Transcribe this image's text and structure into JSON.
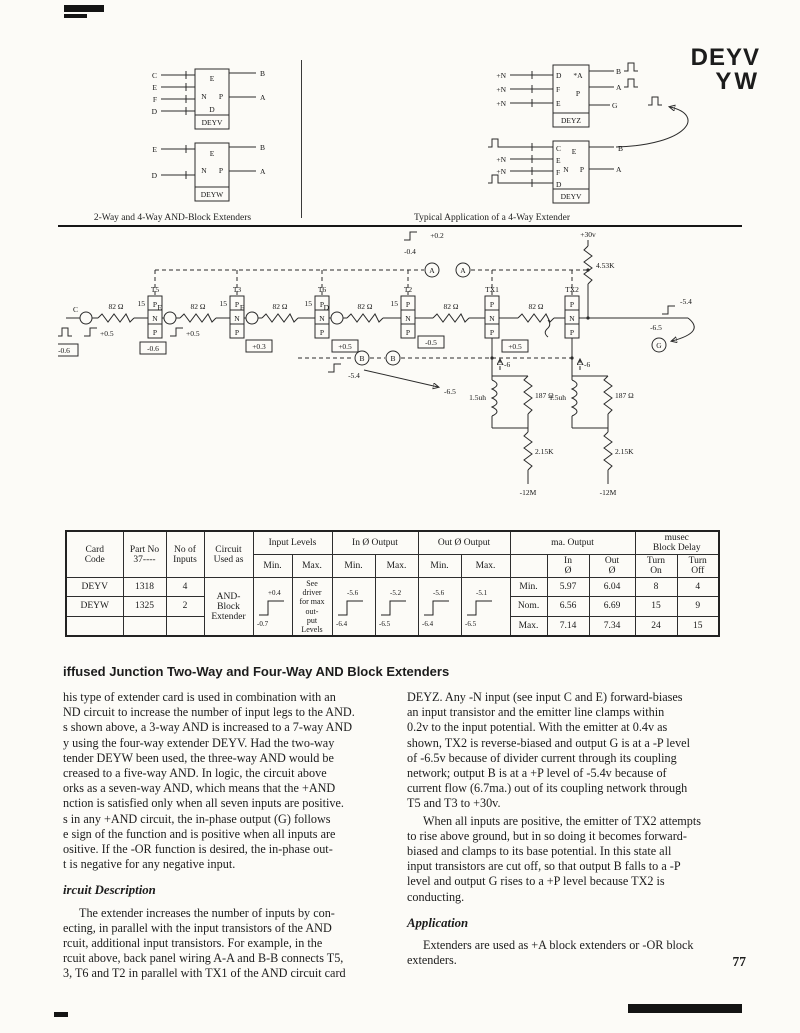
{
  "page": {
    "title1": "DEYV",
    "title2": "YW",
    "number": "77"
  },
  "diagrams": {
    "left_caption": "2-Way and 4-Way AND-Block Extenders",
    "right_caption": "Typical Application of a 4-Way Extender",
    "blocks": {
      "deyv": {
        "name": "DEYV",
        "in": [
          "C",
          "E",
          "F",
          "D"
        ],
        "core": [
          "E",
          "N",
          "P",
          "D"
        ],
        "out": [
          "B",
          "A"
        ]
      },
      "deyw": {
        "name": "DEYW",
        "in": [
          "E",
          "D"
        ],
        "core": [
          "E",
          "N",
          "P"
        ],
        "out": [
          "B",
          "A"
        ]
      },
      "deyz": {
        "name": "DEYZ",
        "input_label": "+N",
        "pins": [
          "D",
          "F",
          "E"
        ],
        "core": [
          "*A",
          "P"
        ],
        "out": [
          "B",
          "A",
          "G"
        ]
      },
      "deyv_app": {
        "name": "DEYV",
        "input_label": "+N",
        "pins": [
          "C",
          "E",
          "F",
          "D"
        ],
        "core": [
          "E",
          "N",
          "P"
        ],
        "out": [
          "B",
          "A"
        ]
      }
    }
  },
  "schematic": {
    "supply": "+30v",
    "supply_res": "4.53K",
    "top_clamp_hi": "+0.2",
    "top_clamp_lo": "-0.4",
    "node_a": "A",
    "node_b": "B",
    "b_level_hi": "-5.4",
    "b_level_lo": "-6.5",
    "transistors": [
      "T5",
      "T3",
      "T6",
      "T2",
      "TX1",
      "TX2"
    ],
    "pin15": "15",
    "pnp": [
      "P",
      "N",
      "P"
    ],
    "inputs": [
      "C",
      "E",
      "F",
      "D"
    ],
    "res_base": "82 Ω",
    "clamp_pos": "+0.5",
    "clamp_neg": "-0.6",
    "boxed": [
      "+0.3",
      "+0.5",
      "-0.5",
      "+0.5"
    ],
    "out_node": "G",
    "out_lo": "-6.5",
    "out_hi": "-5.4",
    "load_tag": "-6",
    "load_l": "1.5uh",
    "load_r1": "187 Ω",
    "load_r2": "2.15K",
    "load_v": "-12M"
  },
  "table": {
    "headers": {
      "card_code": "Card\nCode",
      "part_no": "Part No\n37----",
      "no_inputs": "No of\nInputs",
      "circuit": "Circuit\nUsed as",
      "input_levels": "Input Levels",
      "in_output": "In Ø Output",
      "out_output": "Out Ø Output",
      "ma_output": "ma. Output",
      "musec": "musec\nBlock Delay",
      "min": "Min.",
      "max": "Max.",
      "in_phase": "In\nØ",
      "out_phase": "Out\nØ",
      "turn_on": "Turn\nOn",
      "turn_off": "Turn\nOff"
    },
    "rows": [
      {
        "card": "DEYV",
        "part": "1318",
        "inputs": "4"
      },
      {
        "card": "DEYW",
        "part": "1325",
        "inputs": "2"
      }
    ],
    "circuit_used_as": "AND-Block\nExtender",
    "input_min": {
      "hi": "+0.4",
      "lo": "-0.7"
    },
    "input_max_note": "See\ndriver\nfor max\nout-\nput\nLevels",
    "in_min": {
      "hi": "-5.6",
      "lo": "-6.4"
    },
    "in_max": {
      "hi": "-5.2",
      "lo": "-6.5"
    },
    "out_min": {
      "hi": "-5.6",
      "lo": "-6.4"
    },
    "out_max": {
      "hi": "-5.1",
      "lo": "-6.5"
    },
    "stats": [
      {
        "label": "Min.",
        "in": "5.97",
        "out": "6.04",
        "on": "8",
        "off": "4"
      },
      {
        "label": "Nom.",
        "in": "6.56",
        "out": "6.69",
        "on": "15",
        "off": "9"
      },
      {
        "label": "Max.",
        "in": "7.14",
        "out": "7.34",
        "on": "24",
        "off": "15"
      }
    ]
  },
  "article": {
    "section_heading": "iffused Junction Two-Way and Four-Way AND Block Extenders",
    "col1_p1": "his type of extender card is used in combination with an\nND circuit to increase the number of input legs to the AND.\ns shown above, a 3-way AND is increased to a 7-way AND\ny using the four-way extender DEYV. Had the two-way\ntender DEYW been used, the three-way AND would be\ncreased to a five-way AND. In logic, the circuit above\norks as a seven-way AND, which means that the +AND\nnction is satisfied only when all seven inputs are positive.\ns in any +AND circuit, the in-phase output (G) follows\ne sign of the function and is positive when all inputs are\nositive. If the -OR function is desired, the in-phase out-\nt is negative for any negative input.",
    "col1_h2": "ircuit Description",
    "col1_p2": "The extender increases the number of inputs by con-\necting, in parallel with the input transistors of the AND\nrcuit, additional input transistors. For example, in the\nrcuit above, back panel wiring A-A and B-B connects T5,\n3, T6 and T2 in parallel with TX1 of the AND circuit card",
    "col2_p1": "DEYZ. Any -N input (see input C and E) forward-biases\nan input transistor and the emitter line clamps within\n0.2v to the input potential. With the emitter at 0.4v as\nshown, TX2 is reverse-biased and output G is at a -P level\nof -6.5v because of divider current through its coupling\nnetwork; output B is at a +P level of -5.4v because of\ncurrent flow (6.7ma.) out of its coupling network through\nT5 and T3 to +30v.",
    "col2_p2": "When all inputs are positive, the emitter of TX2 attempts\nto rise above ground, but in so doing it becomes forward-\nbiased and clamps to its base potential. In this state all\ninput transistors are cut off, so that output B falls to a -P\nlevel and output G rises to a +P level because TX2 is\nconducting.",
    "col2_h2": "Application",
    "col2_p3": "Extenders are used as +A block extenders or -OR block\nextenders."
  }
}
